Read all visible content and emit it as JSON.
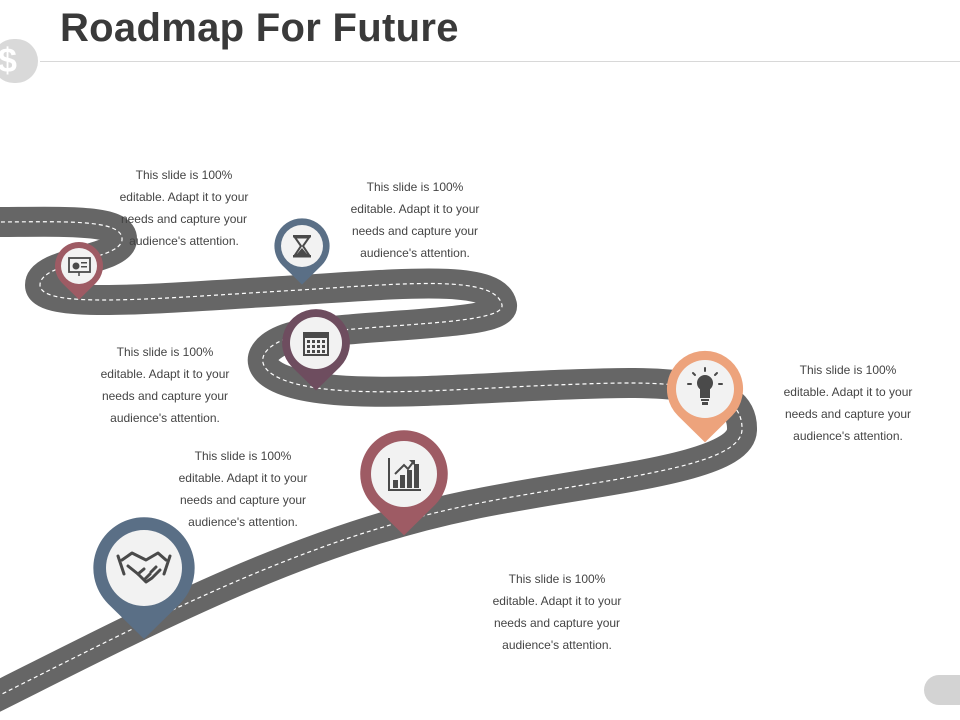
{
  "slide": {
    "title": "Roadmap For Future",
    "logo_icon": "dollar-sign-icon",
    "logo_glyph": "$"
  },
  "colors": {
    "road": "#666666",
    "road_dash": "#ffffff",
    "pin_fill": "#f2f2f2",
    "icon": "#4a4a4a"
  },
  "milestones": [
    {
      "icon": "handshake-icon",
      "color": "#5a6f86",
      "text": "This slide is 100%\neditable. Adapt it to your\nneeds and capture your\naudience's attention."
    },
    {
      "icon": "growth-chart-icon",
      "color": "#9e5b64",
      "text": "This slide is 100%\neditable. Adapt it to your\nneeds and capture your\naudience's attention."
    },
    {
      "icon": "lightbulb-icon",
      "color": "#eda37c",
      "text": "This slide is 100%\neditable. Adapt it to your\nneeds and capture your\naudience's attention."
    },
    {
      "icon": "calendar-icon",
      "color": "#6e4d5f",
      "text": "This slide is 100%\neditable. Adapt it to your\nneeds and capture your\naudience's attention."
    },
    {
      "icon": "hourglass-icon",
      "color": "#5a6f86",
      "text": "This slide is 100%\neditable. Adapt it to your\nneeds and capture your\naudience's attention."
    },
    {
      "icon": "presentation-icon",
      "color": "#9e5b64",
      "text": "This slide is 100%\neditable. Adapt it to your\nneeds and capture your\naudience's attention."
    }
  ]
}
